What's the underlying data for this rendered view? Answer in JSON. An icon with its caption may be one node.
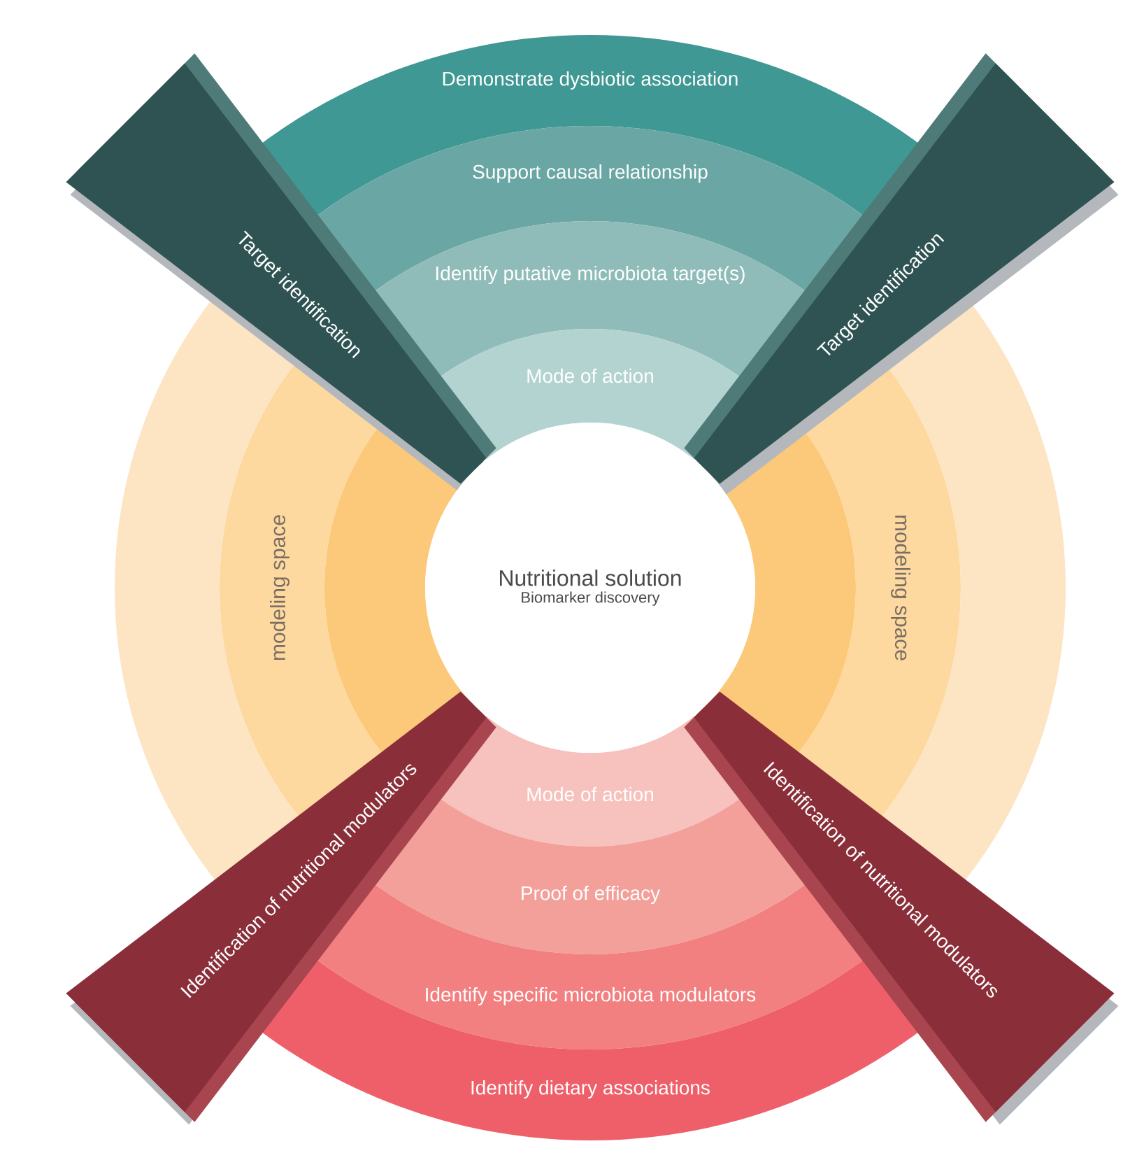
{
  "diagram": {
    "nodes": [
      {
        "text": [
          "Demonstrate dysbiotic association"
        ]
      },
      {
        "text": [
          "Support causal relationship"
        ]
      },
      {
        "text": [
          "Identify putative microbiota target(s)"
        ]
      },
      {
        "text": [
          "Mode of action"
        ]
      },
      {
        "text": [
          "Target identification"
        ]
      },
      {
        "text": [
          "Target identification"
        ]
      },
      {
        "text": [
          "Nutritional solution",
          "Biomarker discovery"
        ]
      },
      {
        "text": [
          "Mode of action"
        ]
      },
      {
        "text": [
          "Proof of efficacy"
        ]
      },
      {
        "text": [
          "Identify specific microbiota modulators"
        ]
      },
      {
        "text": [
          "Identify dietary associations"
        ]
      },
      {
        "text": [
          "Identification of nutritional modulators"
        ]
      },
      {
        "text": [
          "Identification of nutritional modulators"
        ]
      }
    ],
    "labels": [
      "modeling space",
      "modeling space"
    ]
  }
}
